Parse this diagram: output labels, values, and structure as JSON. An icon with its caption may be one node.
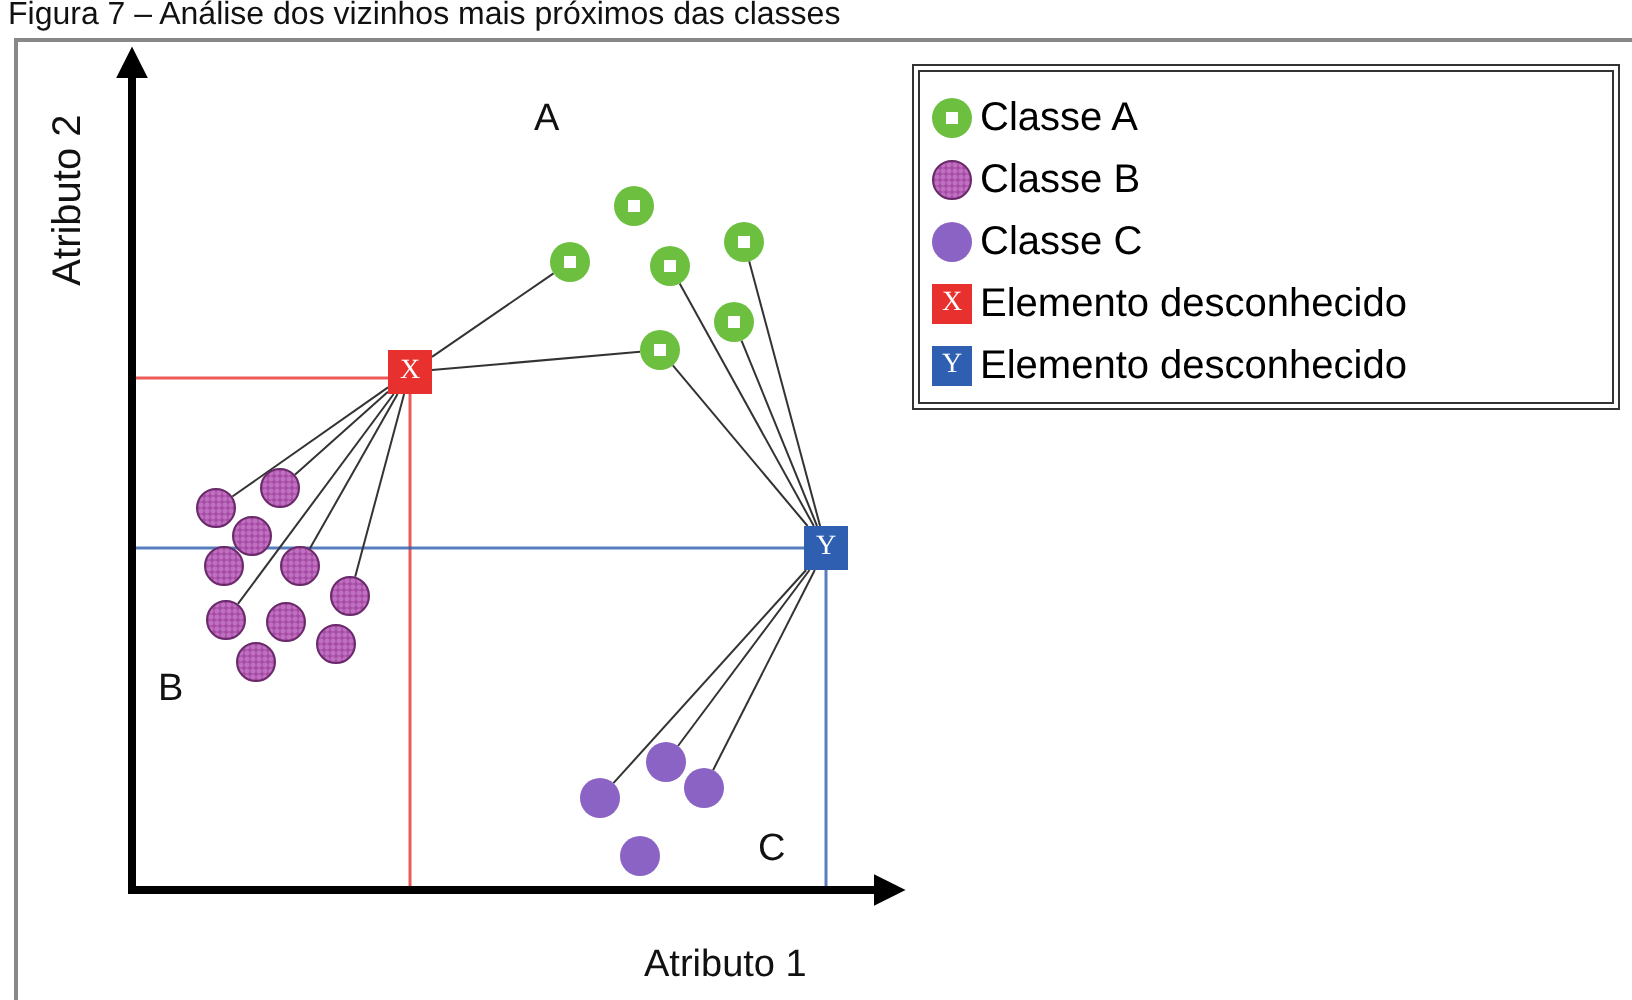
{
  "diagram": {
    "title": "Figura 7 – Análise dos vizinhos mais próximos das classes",
    "nodes": [
      {
        "text": [],
        "shape": "circle"
      },
      {
        "text": [],
        "shape": "circle"
      },
      {
        "text": [],
        "shape": "circle"
      },
      {
        "text": [],
        "shape": "circle"
      },
      {
        "text": [],
        "shape": "circle"
      },
      {
        "text": [],
        "shape": "circle"
      },
      {
        "text": [
          "X"
        ]
      },
      {
        "text": [],
        "shape": "circle"
      },
      {
        "text": [],
        "shape": "circle"
      },
      {
        "text": [],
        "shape": "circle"
      },
      {
        "text": [
          "Y"
        ]
      },
      {
        "text": [],
        "shape": "circle"
      },
      {
        "text": [],
        "shape": "circle"
      },
      {
        "text": [],
        "shape": "circle"
      },
      {
        "text": [],
        "shape": "circle"
      },
      {
        "text": [],
        "shape": "circle"
      },
      {
        "text": [],
        "shape": "circle"
      },
      {
        "text": [],
        "shape": "circle"
      },
      {
        "text": [],
        "shape": "circle"
      },
      {
        "text": [],
        "shape": "circle"
      },
      {
        "text": [],
        "shape": "circle"
      },
      {
        "text": [],
        "shape": "circle"
      }
    ],
    "edges": [
      {
        "from": 6,
        "to": 2,
        "arrow": "none"
      },
      {
        "from": 6,
        "to": 5,
        "arrow": "none"
      },
      {
        "from": 6,
        "to": 7,
        "arrow": "none"
      },
      {
        "from": 6,
        "to": 8,
        "arrow": "none"
      },
      {
        "from": 6,
        "to": 12,
        "arrow": "none"
      },
      {
        "from": 6,
        "to": 13,
        "arrow": "none"
      },
      {
        "from": 6,
        "to": 14,
        "arrow": "none"
      },
      {
        "from": 10,
        "to": 5,
        "arrow": "none"
      },
      {
        "from": 10,
        "to": 3,
        "arrow": "none"
      },
      {
        "from": 10,
        "to": 4,
        "arrow": "none"
      },
      {
        "from": 10,
        "to": 1,
        "arrow": "none"
      },
      {
        "from": 10,
        "to": 18,
        "arrow": "none"
      },
      {
        "from": 10,
        "to": 19,
        "arrow": "none"
      },
      {
        "from": 10,
        "to": 20,
        "arrow": "none"
      }
    ],
    "labels": [
      "Atributo 2",
      "A",
      "X",
      "Y",
      "B",
      "C",
      "Atributo 1"
    ],
    "legend": [
      {
        "text": "Classe A",
        "color": "#6cbf3f"
      },
      {
        "text": "Classe B",
        "color": "#a64ca6"
      },
      {
        "text": "Classe C",
        "color": "#8a63c4"
      },
      {
        "text": "Elemento desconhecido",
        "color": "#e8312f"
      },
      {
        "text": "Elemento desconhecido",
        "color": "#2f5fb0"
      }
    ]
  }
}
